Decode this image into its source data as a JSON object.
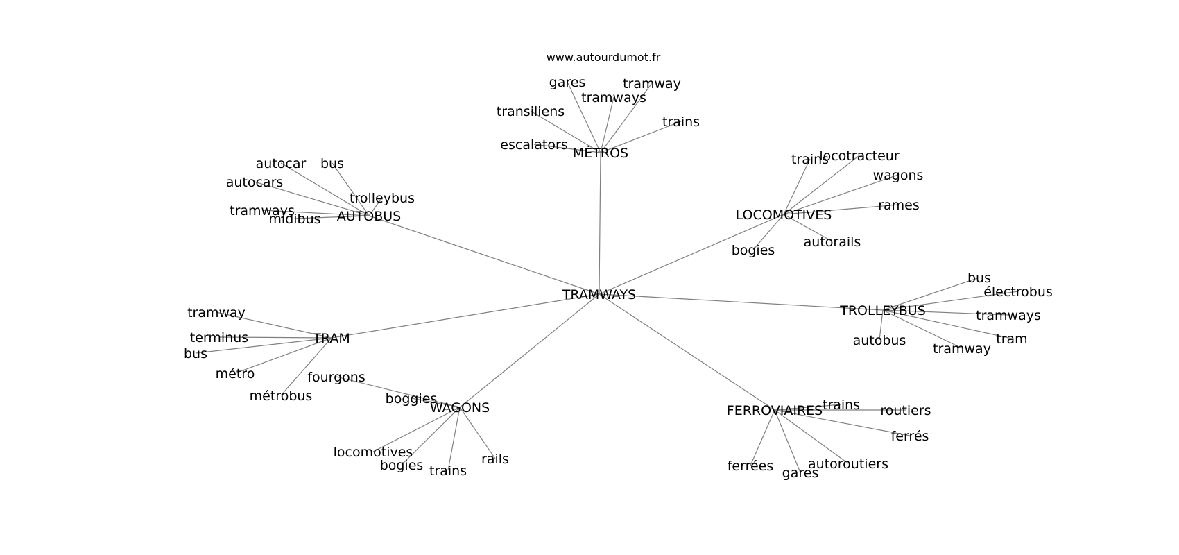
{
  "source": "www.autourdumot.fr",
  "center": "TRAMWAYS",
  "groups": [
    {
      "label": "MÉTROS",
      "leaves": [
        "gares",
        "tramway",
        "tramways",
        "transiliens",
        "trains",
        "escalators"
      ]
    },
    {
      "label": "AUTOBUS",
      "leaves": [
        "autocar",
        "bus",
        "autocars",
        "trolleybus",
        "tramways",
        "midibus"
      ]
    },
    {
      "label": "LOCOMOTIVES",
      "leaves": [
        "trains",
        "locotracteur",
        "wagons",
        "rames",
        "autorails",
        "bogies"
      ]
    },
    {
      "label": "TROLLEYBUS",
      "leaves": [
        "bus",
        "électrobus",
        "tramways",
        "tram",
        "tramway",
        "autobus"
      ]
    },
    {
      "label": "TRAM",
      "leaves": [
        "tramway",
        "terminus",
        "bus",
        "métro",
        "métrobus"
      ]
    },
    {
      "label": "WAGONS",
      "leaves": [
        "fourgons",
        "boggies",
        "locomotives",
        "rails",
        "bogies",
        "trains"
      ]
    },
    {
      "label": "FERROVIAIRES",
      "leaves": [
        "trains",
        "routiers",
        "ferrés",
        "ferrées",
        "autoroutiers",
        "gares"
      ]
    }
  ],
  "colors": {
    "edge": "#808080",
    "text": "#000000",
    "background": "#ffffff"
  }
}
